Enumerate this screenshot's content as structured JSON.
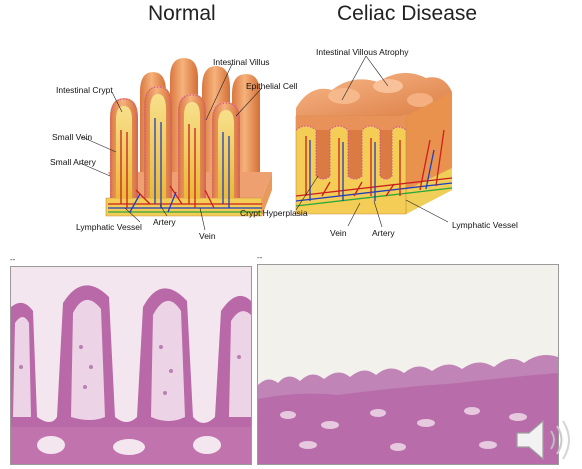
{
  "headings": {
    "normal": "Normal",
    "celiac": "Celiac Disease"
  },
  "normal_labels": {
    "villus": "Intestinal Villus",
    "epithelial": "Epithelial Cell",
    "crypt": "Intestinal Crypt",
    "small_vein": "Small Vein",
    "small_artery": "Small Artery",
    "lymphatic": "Lymphatic Vessel",
    "artery": "Artery",
    "vein": "Vein"
  },
  "celiac_labels": {
    "atrophy": "Intestinal Villous Atrophy",
    "hyperplasia": "Crypt Hyperplasia",
    "vein": "Vein",
    "artery": "Artery",
    "lymphatic": "Lymphatic Vessel"
  },
  "micrographs": {
    "normal_tick": "--",
    "celiac_tick": "--"
  },
  "colors": {
    "tissue_orange": "#e8925a",
    "tissue_light": "#f6c79a",
    "core_yellow": "#f3d35c",
    "artery_red": "#cc1f1f",
    "vein_blue": "#1f3fbf",
    "lymph_green": "#2aa83a",
    "stain_purple": "#b25aa0",
    "stain_pink": "#ecd3e6"
  }
}
